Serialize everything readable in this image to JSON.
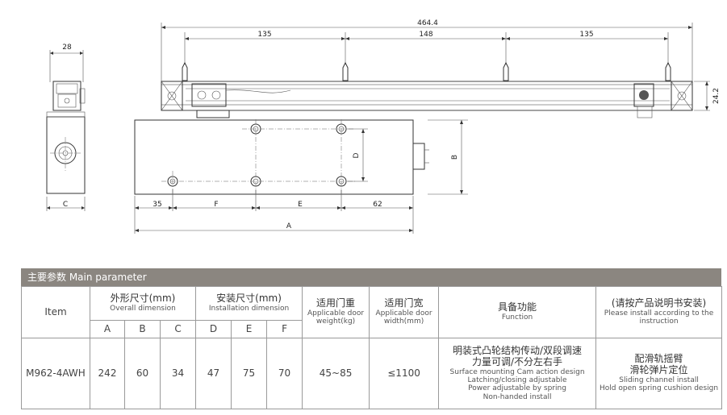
{
  "diagram": {
    "dims": {
      "top_overall": "464.4",
      "top_left": "135",
      "top_mid": "148",
      "top_right": "135",
      "side_w": "28",
      "rail_h": "24.2",
      "c_label": "C",
      "d_label": "D",
      "b_label": "B",
      "b35": "35",
      "f_label": "F",
      "e_label": "E",
      "b62": "62",
      "a_label": "A"
    }
  },
  "table": {
    "title": "主要参数 Main parameter",
    "col_item": "Item",
    "outer_zh": "外形尺寸(mm)",
    "outer_en": "Overall dimension",
    "install_zh": "安装尺寸(mm)",
    "install_en": "Installation dimension",
    "weight_zh": "适用门重",
    "weight_en": "Applicable door weight(kg)",
    "width_zh": "适用门宽",
    "width_en": "Applicable door width(mm)",
    "func_zh": "具备功能",
    "func_en": "Function",
    "note_zh": "(请按产品说明书安装)",
    "note_en": "Please install according to the instruction",
    "sub": [
      "A",
      "B",
      "C",
      "D",
      "E",
      "F"
    ],
    "row": {
      "item": "M962-4AWH",
      "a": "242",
      "b": "60",
      "c": "34",
      "d": "47",
      "e": "75",
      "f": "70",
      "weight": "45~85",
      "width": "≤1100",
      "func_zh1": "明装式凸轮结构传动/双段调速",
      "func_zh2": "力量可调/不分左右手",
      "func_en1": "Surface mounting Cam action design",
      "func_en2": "Latching/closing adjustable",
      "func_en3": "Power adjustable by spring",
      "func_en4": "Non-handed install",
      "note_zh1": "配滑轨摇臂",
      "note_zh2": "滑轮弹片定位",
      "note_en1": "Sliding channel install",
      "note_en2": "Hold open spring cushion design"
    }
  }
}
